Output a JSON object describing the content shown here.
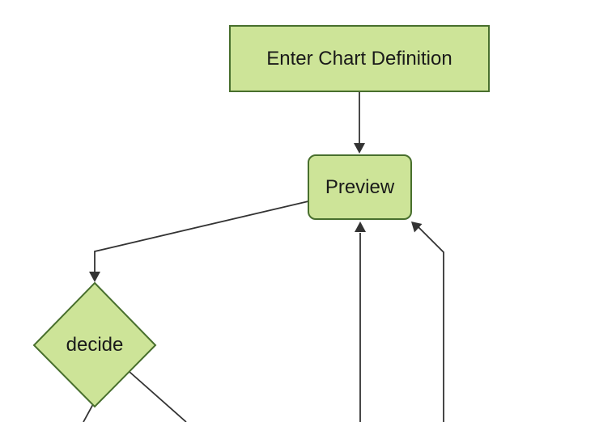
{
  "diagram": {
    "type": "flowchart",
    "direction": "top-down",
    "theme": "forest",
    "nodes": [
      {
        "id": "A",
        "label": "Enter Chart Definition",
        "shape": "rectangle"
      },
      {
        "id": "B",
        "label": "Preview",
        "shape": "rounded-rectangle"
      },
      {
        "id": "C",
        "label": "decide",
        "shape": "diamond"
      }
    ],
    "edges": [
      {
        "from": "Enter Chart Definition",
        "to": "Preview",
        "arrow": true
      },
      {
        "from": "Preview",
        "to": "decide",
        "arrow": true
      },
      {
        "from": "offscreen-bottom",
        "to": "Preview",
        "arrow": true
      },
      {
        "from": "offscreen-bottom-right",
        "to": "Preview",
        "arrow": true
      },
      {
        "from": "decide",
        "to": "offscreen-bottom-left",
        "arrow": false
      },
      {
        "from": "decide",
        "to": "offscreen-bottom-right",
        "arrow": false
      }
    ]
  },
  "colors": {
    "node_fill": "#cde498",
    "node_border": "#486f2d",
    "edge_color": "#333333",
    "text_color": "#1a1a1a",
    "background": "#ffffff"
  }
}
